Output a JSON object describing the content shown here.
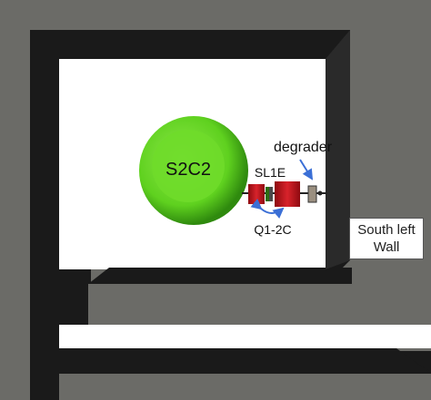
{
  "labels": {
    "cyclotron": "S2C2",
    "slit": "SL1E",
    "degrader": "degrader",
    "quadrupoles": "Q1-2C",
    "wall_line1": "South left",
    "wall_line2": "Wall"
  },
  "colors": {
    "wall_gray": "#6b6b67",
    "wall_shadow": "#1a1a1a",
    "cyclotron_green": "#5fd11f",
    "magnet_red": "#c0121b",
    "arrow_blue": "#3b6fd6"
  },
  "icons": {
    "degrader_arrow": "arrow-down-right-icon",
    "quad_bracket": "double-headed-curved-arrow-icon"
  }
}
